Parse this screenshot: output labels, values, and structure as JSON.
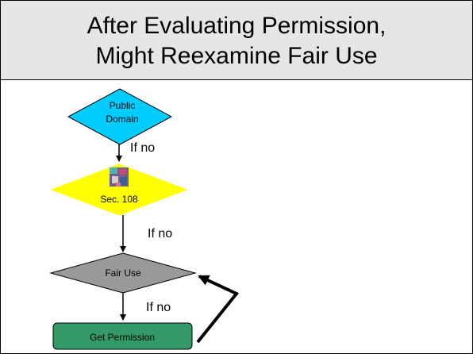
{
  "slide": {
    "title_line1": "After Evaluating Permission,",
    "title_line2": "Might Reexamine Fair Use"
  },
  "flowchart": {
    "nodes": [
      {
        "id": "public-domain",
        "shape": "diamond",
        "label_lines": [
          "Public",
          "Domain"
        ],
        "fill": "#00ccff"
      },
      {
        "id": "sec-108",
        "shape": "diamond",
        "label_lines": [
          "Sec. 108"
        ],
        "fill": "#ffff00",
        "icon": "library-image-icon"
      },
      {
        "id": "fair-use",
        "shape": "diamond",
        "label_lines": [
          "Fair Use"
        ],
        "fill": "#999999"
      },
      {
        "id": "get-permission",
        "shape": "rounded-rect",
        "label_lines": [
          "Get Permission"
        ],
        "fill": "#339966"
      }
    ],
    "edges": [
      {
        "from": "public-domain",
        "to": "sec-108",
        "label": "If no"
      },
      {
        "from": "sec-108",
        "to": "fair-use",
        "label": "If no"
      },
      {
        "from": "fair-use",
        "to": "get-permission",
        "label": "If no"
      },
      {
        "from": "get-permission",
        "to": "fair-use",
        "label": ""
      }
    ]
  }
}
